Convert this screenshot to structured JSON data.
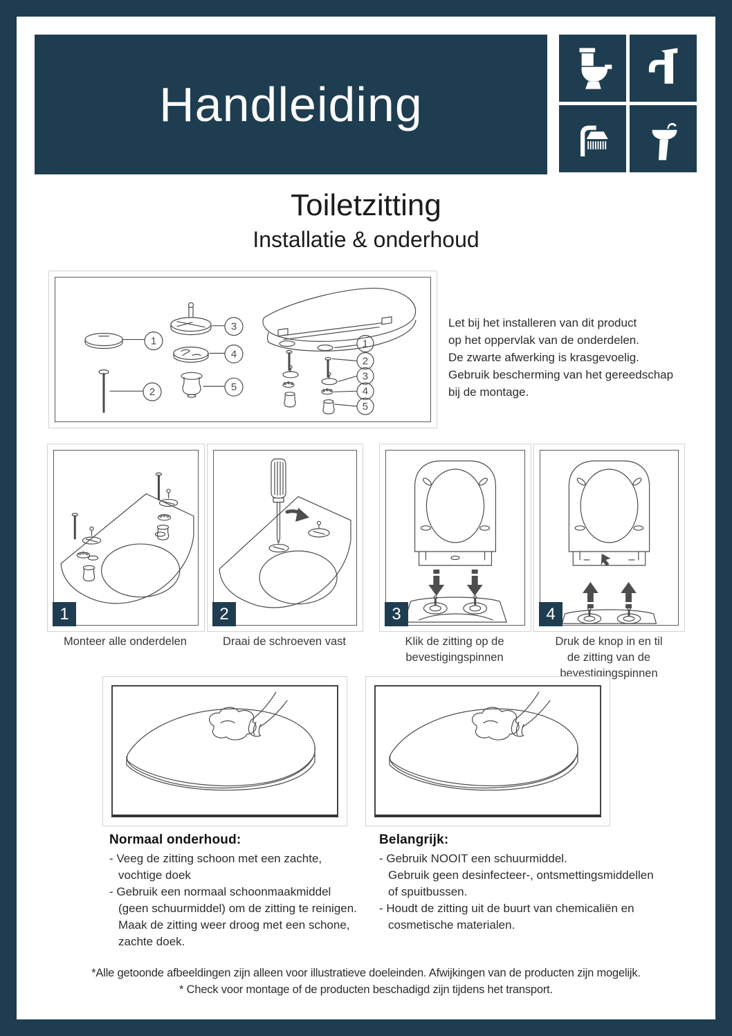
{
  "header": {
    "title": "Handleiding"
  },
  "header_icons": [
    {
      "name": "toilet-icon"
    },
    {
      "name": "faucet-icon"
    },
    {
      "name": "shower-icon"
    },
    {
      "name": "washbasin-icon"
    }
  ],
  "title": {
    "main": "Toiletzitting",
    "subtitle": "Installatie & onderhoud"
  },
  "colors": {
    "brand_blue": "#1E3D50",
    "line_art": "#4A4A4A"
  },
  "parts_figure": {
    "labels": [
      "1",
      "2",
      "3",
      "4",
      "5"
    ]
  },
  "install_note": {
    "lines": [
      "Let bij het installeren van dit product",
      "op het oppervlak van de onderdelen.",
      "De zwarte afwerking is krasgevoelig.",
      "Gebruik bescherming van het gereedschap",
      "bij de montage."
    ]
  },
  "steps": [
    {
      "number": "1",
      "caption_lines": [
        "Monteer alle onderdelen"
      ]
    },
    {
      "number": "2",
      "caption_lines": [
        "Draai de schroeven vast"
      ]
    },
    {
      "number": "3",
      "caption_lines": [
        "Klik de zitting op de",
        "bevestigingspinnen"
      ]
    },
    {
      "number": "4",
      "caption_lines": [
        "Druk de knop in en til",
        "de zitting van de",
        "bevestigingspinnen"
      ]
    }
  ],
  "maintenance": {
    "normal": {
      "heading": "Normaal onderhoud:",
      "lines": [
        "- Veeg de zitting schoon met een zachte,",
        "vochtige doek",
        "- Gebruik een normaal schoonmaakmiddel",
        "(geen schuurmiddel) om de zitting te reinigen.",
        "Maak de zitting weer droog met een schone,",
        "zachte doek."
      ]
    },
    "important": {
      "heading": "Belangrijk:",
      "lines": [
        "- Gebruik NOOIT een schuurmiddel.",
        "Gebruik geen desinfecteer-, ontsmettingsmiddellen",
        "of spuitbussen.",
        "- Houdt de zitting uit de buurt van chemicaliën en",
        "cosmetische materialen."
      ]
    }
  },
  "footer": {
    "line1": "*Alle getoonde afbeeldingen zijn alleen voor illustratieve doeleinden. Afwijkingen van de producten zijn mogelijk.",
    "line2": "* Check voor montage of de producten beschadigd zijn tijdens het transport."
  }
}
